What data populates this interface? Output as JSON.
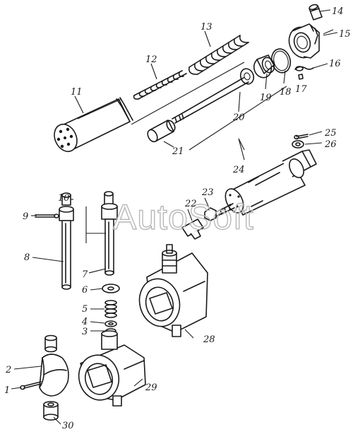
{
  "watermark": "AutoSoft",
  "callouts": {
    "c1": "1",
    "c2": "2",
    "c3": "3",
    "c4": "4",
    "c5": "5",
    "c6": "6",
    "c7": "7",
    "c8": "8",
    "c9": "9",
    "c10": "10",
    "c11": "11",
    "c12": "12",
    "c13": "13",
    "c14": "14",
    "c15": "15",
    "c16": "16",
    "c17": "17",
    "c18": "18",
    "c19": "19",
    "c20": "20",
    "c21": "21",
    "c22": "22",
    "c23": "23",
    "c24": "24",
    "c25": "25",
    "c26": "26",
    "c28": "28",
    "c29": "29",
    "c30": "30"
  }
}
